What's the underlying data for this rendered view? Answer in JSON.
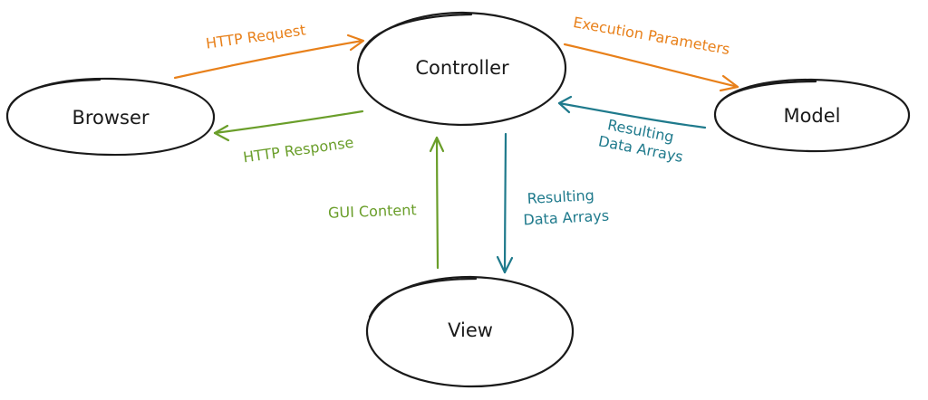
{
  "colors": {
    "request": "#e8801a",
    "response": "#6a9e2a",
    "data": "#1f7a8c",
    "node": "#1a1a1a"
  },
  "nodes": {
    "browser": "Browser",
    "controller": "Controller",
    "model": "Model",
    "view": "View"
  },
  "edges": {
    "http_request": "HTTP Request",
    "http_response": "HTTP Response",
    "execution_parameters": "Execution Parameters",
    "model_to_controller": [
      "Resulting",
      "Data Arrays"
    ],
    "controller_to_view": [
      "Resulting",
      "Data Arrays"
    ],
    "gui_content": "GUI Content"
  }
}
